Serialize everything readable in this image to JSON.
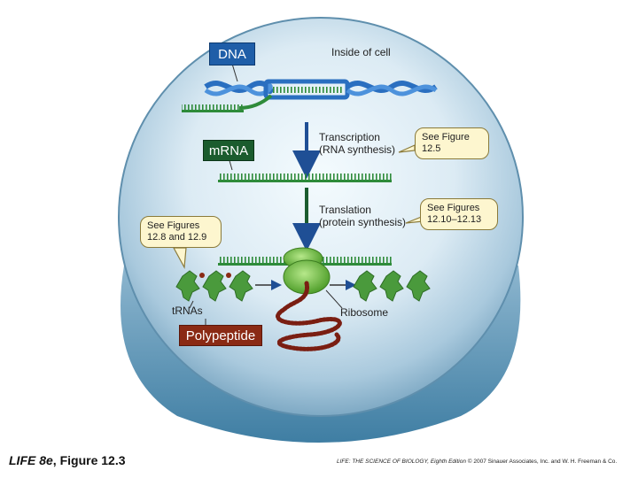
{
  "labels": {
    "dna": "DNA",
    "inside_of_cell": "Inside of cell",
    "mrna": "mRNA",
    "transcription": "Transcription",
    "transcription_sub": "(RNA synthesis)",
    "translation": "Translation",
    "translation_sub": "(protein synthesis)",
    "trnas": "tRNAs",
    "ribosome": "Ribosome",
    "polypeptide": "Polypeptide"
  },
  "callouts": {
    "fig_12_5_line1": "See Figure",
    "fig_12_5_line2": "12.5",
    "fig_12_10_line1": "See Figures",
    "fig_12_10_line2": "12.10–12.13",
    "fig_12_8_line1": "See Figures",
    "fig_12_8_line2": "12.8 and 12.9"
  },
  "caption": {
    "figure_prefix": "LIFE 8e",
    "figure_suffix": ", Figure 12.3",
    "book_title": "LIFE: THE SCIENCE OF BIOLOGY, Eighth Edition",
    "copyright": " © 2007 Sinauer Associates, Inc. and W. H. Freeman & Co."
  },
  "colors": {
    "dna_box": "#1f5ea8",
    "mrna_box": "#1b5c2e",
    "polypeptide_box": "#8a2a14",
    "strand_green": "#2e8b3a",
    "dna_blue": "#2a6fc0",
    "arrow": "#1f4f95",
    "ribosome": "#6cc23a",
    "bead": "#7a1e12"
  }
}
